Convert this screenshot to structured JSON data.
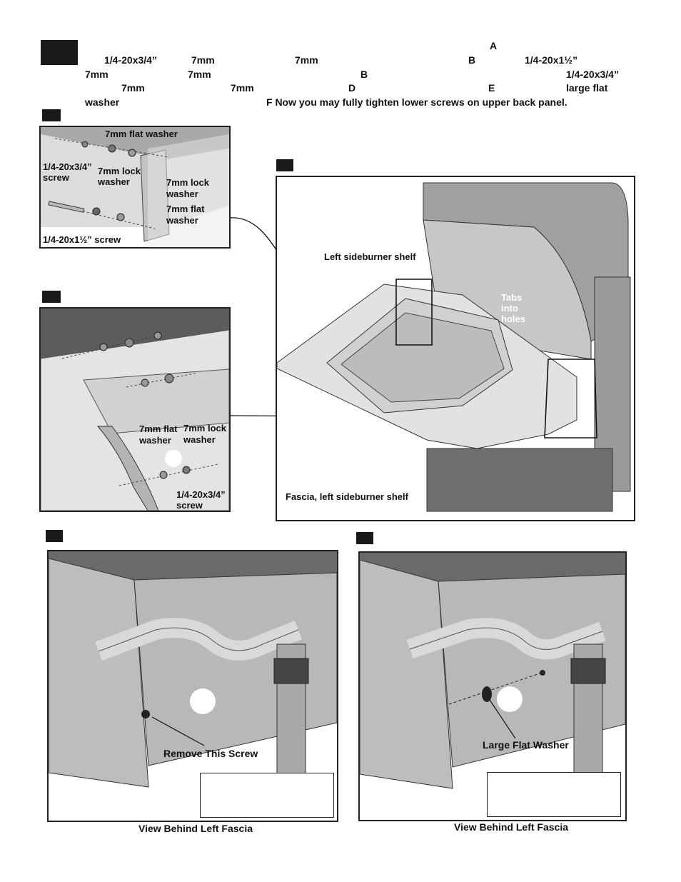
{
  "instructions": {
    "line1": {
      "A": "A"
    },
    "line2": {
      "screw_short": "1/4-20x3/4”",
      "mm_1": "7mm",
      "mm_2": "7mm",
      "B": "B",
      "screw_long": "1/4-20x1½”"
    },
    "line3": {
      "mm_1": "7mm",
      "mm_2": "7mm",
      "B": "B",
      "screw_short": "1/4-20x3/4”"
    },
    "line4": {
      "mm_1": "7mm",
      "mm_2": "7mm",
      "D": "D",
      "E": "E",
      "large_flat": "large flat"
    },
    "line5": {
      "washer": "washer",
      "F_text": "F   Now you may fully tighten lower screws on upper back panel."
    }
  },
  "panel_a": {
    "flat_washer_top": "7mm flat washer",
    "screw_short": "1/4-20x3/4”",
    "screw_word": "screw",
    "lock_washer_1a": "7mm lock",
    "lock_washer_1b": "washer",
    "lock_washer_2a": "7mm lock",
    "lock_washer_2b": "washer",
    "flat_washer_2a": "7mm flat",
    "flat_washer_2b": "washer",
    "screw_long": "1/4-20x1½” screw"
  },
  "panel_main": {
    "left_shelf": "Left sideburner shelf",
    "tabs_1": "Tabs",
    "tabs_2": "into",
    "tabs_3": "holes",
    "fascia": "Fascia, left sideburner shelf"
  },
  "panel_b": {
    "flat_a": "7mm flat",
    "flat_b": "washer",
    "lock_a": "7mm lock",
    "lock_b": "washer",
    "screw_a": "1/4-20x3/4”",
    "screw_b": "screw"
  },
  "panel_d": {
    "remove_screw": "Remove This Screw",
    "caption": "View Behind Left Fascia"
  },
  "panel_e": {
    "large_washer": "Large Flat Washer",
    "caption": "View Behind Left Fascia"
  }
}
